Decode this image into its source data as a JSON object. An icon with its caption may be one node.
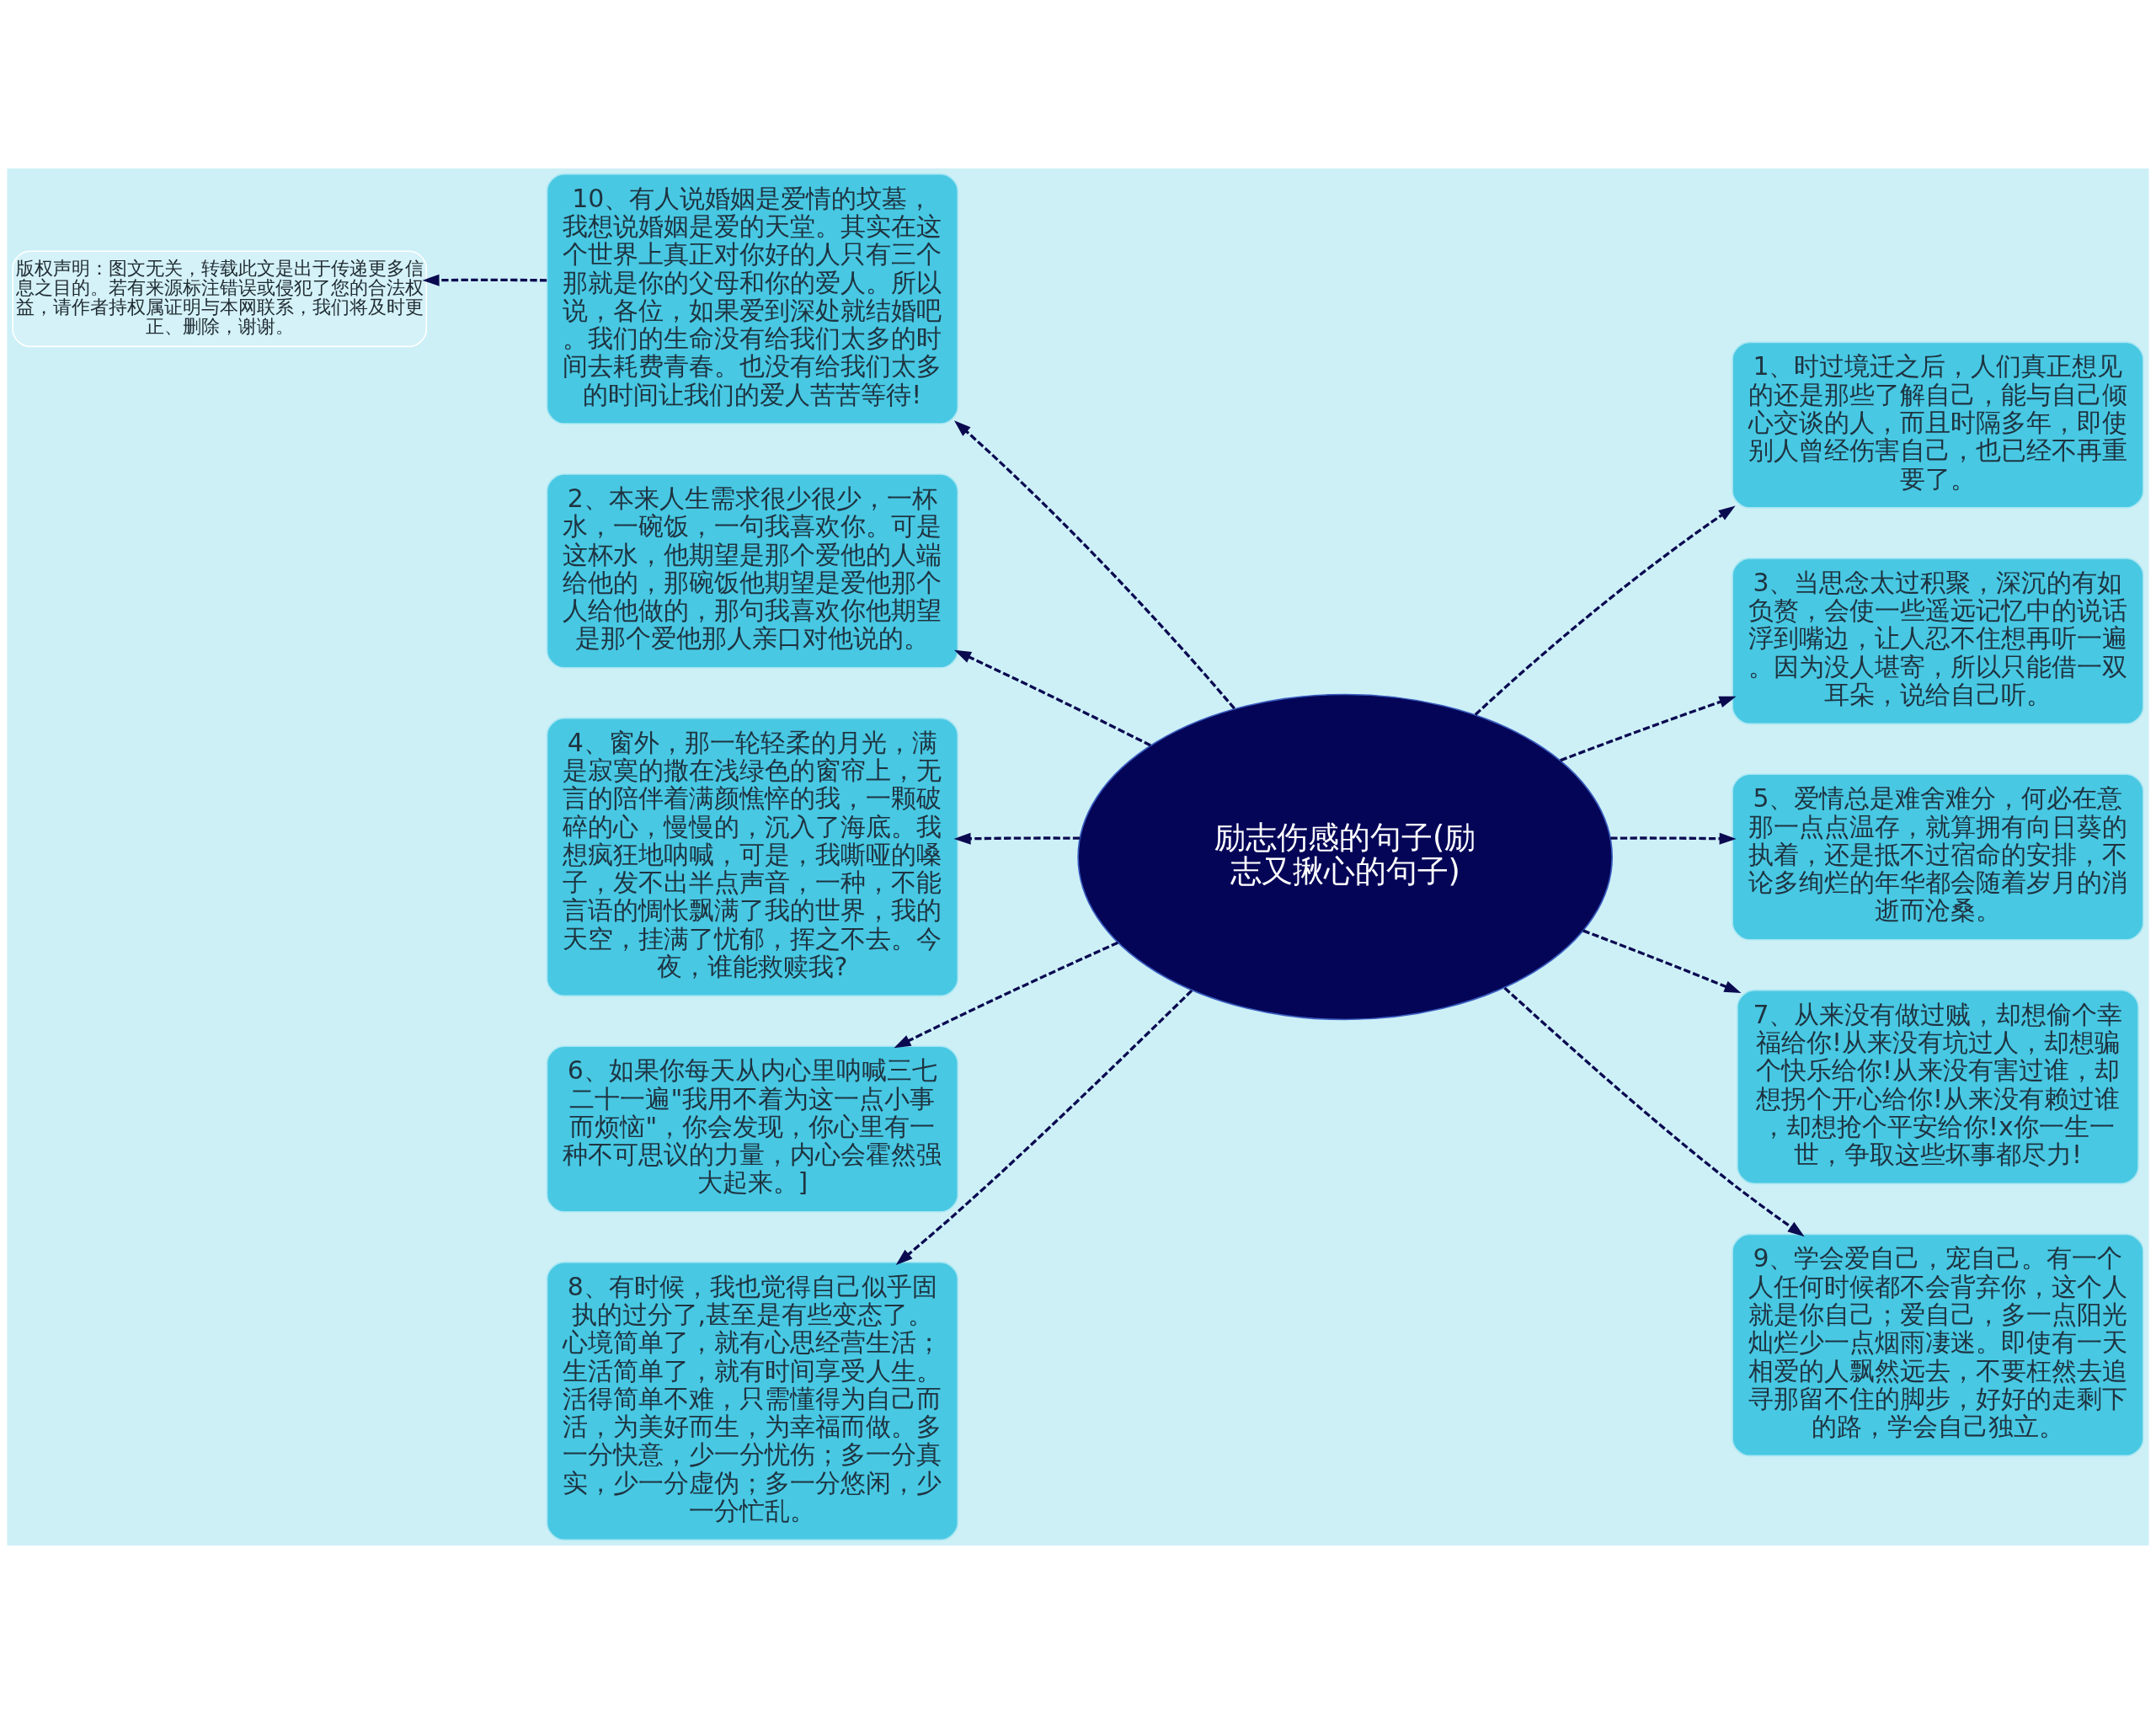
{
  "diagram": {
    "nodes": [
      {
        "text": [
          "励志伤感的句子(励志又揪心的句子)"
        ]
      },
      {
        "text": [
          "1、时过境迁之后，人们真正想见的还是那些了解自己，能与自己倾心交谈的人，而且时隔多年，即使别人曾经伤害自己，也已经不再重要了。"
        ]
      },
      {
        "text": [
          "2、本来人生需求很少很少，一杯水，一碗饭，一句我喜欢你。可是这杯水，他期望是那个爱他的人端给他的，那碗饭他期望是爱他那个人给他做的，那句我喜欢你他期望是那个爱他那人亲口对他说的。"
        ]
      },
      {
        "text": [
          "3、当思念太过积聚，深沉的有如负赘，会使一些遥远记忆中的说话浮到嘴边，让人忍不住想再听一遍。因为没人堪寄，所以只能借一双耳朵，说给自己听。"
        ]
      },
      {
        "text": [
          "4、窗外，那一轮轻柔的月光，满是寂寞的撒在浅绿色的窗帘上，无言的陪伴着满颜憔悴的我，一颗破碎的心，慢慢的，沉入了海底。我想疯狂地呐喊，可是，我嘶哑的嗓子，发不出半点声音，一种，不能言语的惆怅飘满了我的世界，我的天空，挂满了忧郁，挥之不去。今夜，谁能救赎我?"
        ]
      },
      {
        "text": [
          "5、爱情总是难舍难分，何必在意那一点点温存，就算拥有向日葵的执着，还是抵不过宿命的安排，不论多绚烂的年华都会随着岁月的消逝而沧桑。"
        ]
      },
      {
        "text": [
          "6、如果你每天从内心里呐喊三七二十一遍\"我用不着为这一点小事而烦恼\"，你会发现，你心里有一种不可思议的力量，内心会霍然强大起来。]"
        ]
      },
      {
        "text": [
          "7、从来没有做过贼，却想偷个幸福给你!从来没有坑过人，却想骗个快乐给你!从来没有害过谁，却想拐个开心给你!从来没有赖过谁，却想抢个平安给你!x你一生一世，争取这些坏事都尽力!"
        ]
      },
      {
        "text": [
          "8、有时候，我也觉得自己似乎固执的过分了,甚至是有些变态了。心境简单了，就有心思经营生活；生活简单了，就有时间享受人生。活得简单不难，只需懂得为自己而活，为美好而生，为幸福而做。多一分快意，少一分忧伤；多一分真实，少一分虚伪；多一分悠闲，少一分忙乱。"
        ]
      },
      {
        "text": [
          "9、学会爱自己，宠自己。有一个人任何时候都不会背弃你，这个人就是你自己；爱自己，多一点阳光灿烂少一点烟雨凄迷。即使有一天相爱的人飘然远去，不要枉然去追寻那留不住的脚步，好好的走剩下的路，学会自己独立。"
        ]
      },
      {
        "text": [
          "10、有人说婚姻是爱情的坟墓，我想说婚姻是爱的天堂。其实在这个世界上真正对你好的人只有三个那就是你的父母和你的爱人。所以说，各位，如果爱到深处就结婚吧。我们的生命没有给我们太多的时间去耗费青春。也没有给我们太多的时间让我们的爱人苦苦等待!"
        ]
      },
      {
        "text": [
          "版权声明：图文无关，转载此文是出于传递更多信息之目的。若有来源标注错误或侵犯了您的合法权益，请作者持权属证明与本网联系，我们将及时更正、删除，谢谢。"
        ]
      }
    ],
    "edges": [
      {
        "from": 0,
        "to": 1,
        "arrow": "to",
        "style": "dashed"
      },
      {
        "from": 0,
        "to": 2,
        "arrow": "to",
        "style": "dashed"
      },
      {
        "from": 0,
        "to": 3,
        "arrow": "to",
        "style": "dashed"
      },
      {
        "from": 0,
        "to": 4,
        "arrow": "to",
        "style": "dashed"
      },
      {
        "from": 0,
        "to": 5,
        "arrow": "to",
        "style": "dashed"
      },
      {
        "from": 0,
        "to": 6,
        "arrow": "to",
        "style": "dashed"
      },
      {
        "from": 0,
        "to": 7,
        "arrow": "to",
        "style": "dashed"
      },
      {
        "from": 0,
        "to": 8,
        "arrow": "to",
        "style": "dashed"
      },
      {
        "from": 0,
        "to": 9,
        "arrow": "to",
        "style": "dashed"
      },
      {
        "from": 0,
        "to": 10,
        "arrow": "to",
        "style": "dashed"
      },
      {
        "from": 10,
        "to": 11,
        "arrow": "to",
        "style": "dashed"
      }
    ]
  }
}
